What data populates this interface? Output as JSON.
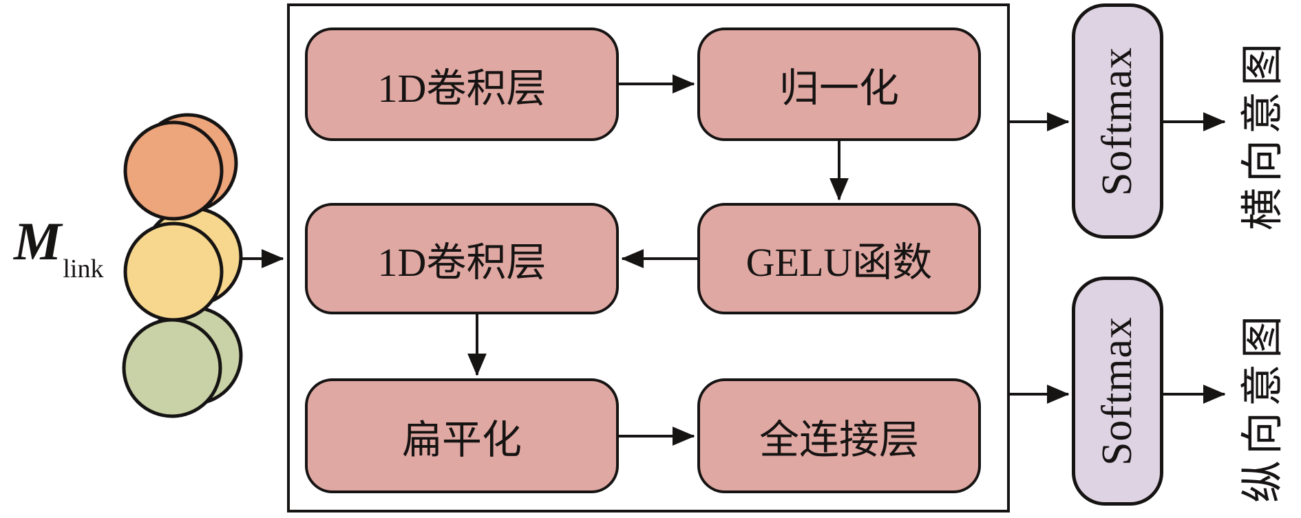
{
  "diagram": {
    "input_label": {
      "symbol": "M",
      "subscript": "link"
    },
    "blocks": {
      "conv1d_top": "1D卷积层",
      "normalize": "归一化",
      "conv1d_mid": "1D卷积层",
      "gelu": "GELU函数",
      "flatten": "扁平化",
      "fully_connected": "全连接层"
    },
    "softmax": "Softmax",
    "outputs": {
      "horizontal_intent": "横向意图",
      "vertical_intent": "纵向意图"
    },
    "colors": {
      "block_fill": "#E0A8A2",
      "softmax_fill": "#DED3E2",
      "circle_orange": "#EDA57B",
      "circle_yellow": "#F6D78D",
      "circle_green": "#C9D2A6",
      "line": "#161313"
    }
  }
}
